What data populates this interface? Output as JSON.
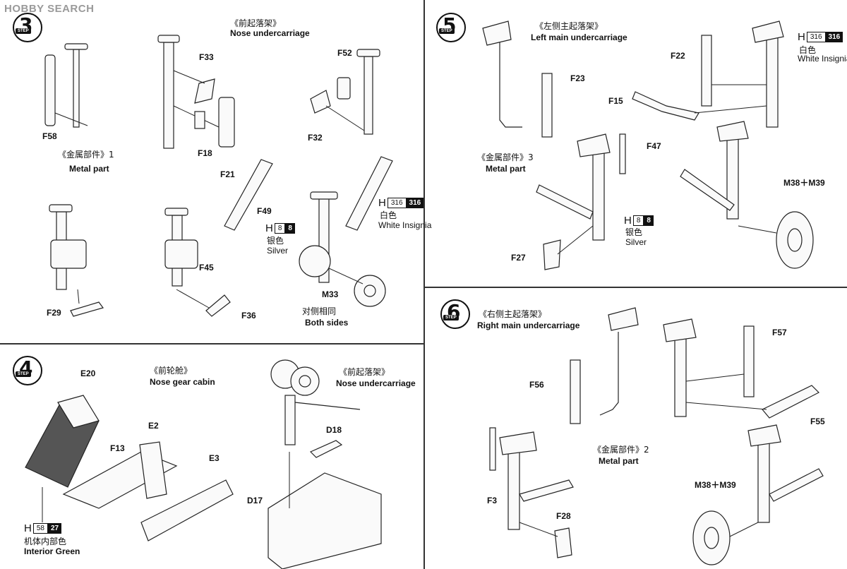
{
  "watermark": "HOBBY SEARCH",
  "steps": {
    "s3": {
      "number": "3",
      "tag": "STEP"
    },
    "s4": {
      "number": "4",
      "tag": "STEP"
    },
    "s5": {
      "number": "5",
      "tag": "STEP"
    },
    "s6": {
      "number": "6",
      "tag": "STEP"
    }
  },
  "step3": {
    "title_zh": "《前起落架》",
    "title_en": "Nose undercarriage",
    "metal_zh": "《金属部件》1",
    "metal_en": "Metal part",
    "parts": [
      "F58",
      "F33",
      "F18",
      "F21",
      "F52",
      "F32",
      "F49",
      "F45",
      "F36",
      "F29",
      "M33"
    ],
    "paint_silver": {
      "h": "H",
      "code1": "8",
      "code2": "8",
      "zh": "银色",
      "en": "Silver"
    },
    "paint_white": {
      "h": "H",
      "code1": "316",
      "code2": "316",
      "zh": "白色",
      "en": "White Insignia"
    },
    "both_zh": "对侧相同",
    "both_en": "Both sides"
  },
  "step4": {
    "title_zh": "《前轮舱》",
    "title_en": "Nose gear cabin",
    "title2_zh": "《前起落架》",
    "title2_en": "Nose undercarriage",
    "parts": [
      "E20",
      "E2",
      "F13",
      "E3",
      "D18",
      "D17"
    ],
    "paint_green": {
      "h": "H",
      "code1": "58",
      "code2": "27",
      "zh": "机体内部色",
      "en": "Interior Green"
    }
  },
  "step5": {
    "title_zh": "《左侧主起落架》",
    "title_en": "Left main undercarriage",
    "metal_zh": "《金属部件》3",
    "metal_en": "Metal part",
    "parts": [
      "F23",
      "F22",
      "F15",
      "F47",
      "F27",
      "M38＋M39"
    ],
    "paint_white": {
      "h": "H",
      "code1": "316",
      "code2": "316",
      "zh": "白色",
      "en": "White Insignia"
    },
    "paint_silver": {
      "h": "H",
      "code1": "8",
      "code2": "8",
      "zh": "银色",
      "en": "Silver"
    }
  },
  "step6": {
    "title_zh": "《右侧主起落架》",
    "title_en": "Right main undercarriage",
    "metal_zh": "《金属部件》2",
    "metal_en": "Metal part",
    "parts": [
      "F57",
      "F56",
      "F55",
      "F3",
      "F28",
      "M38＋M39"
    ]
  }
}
